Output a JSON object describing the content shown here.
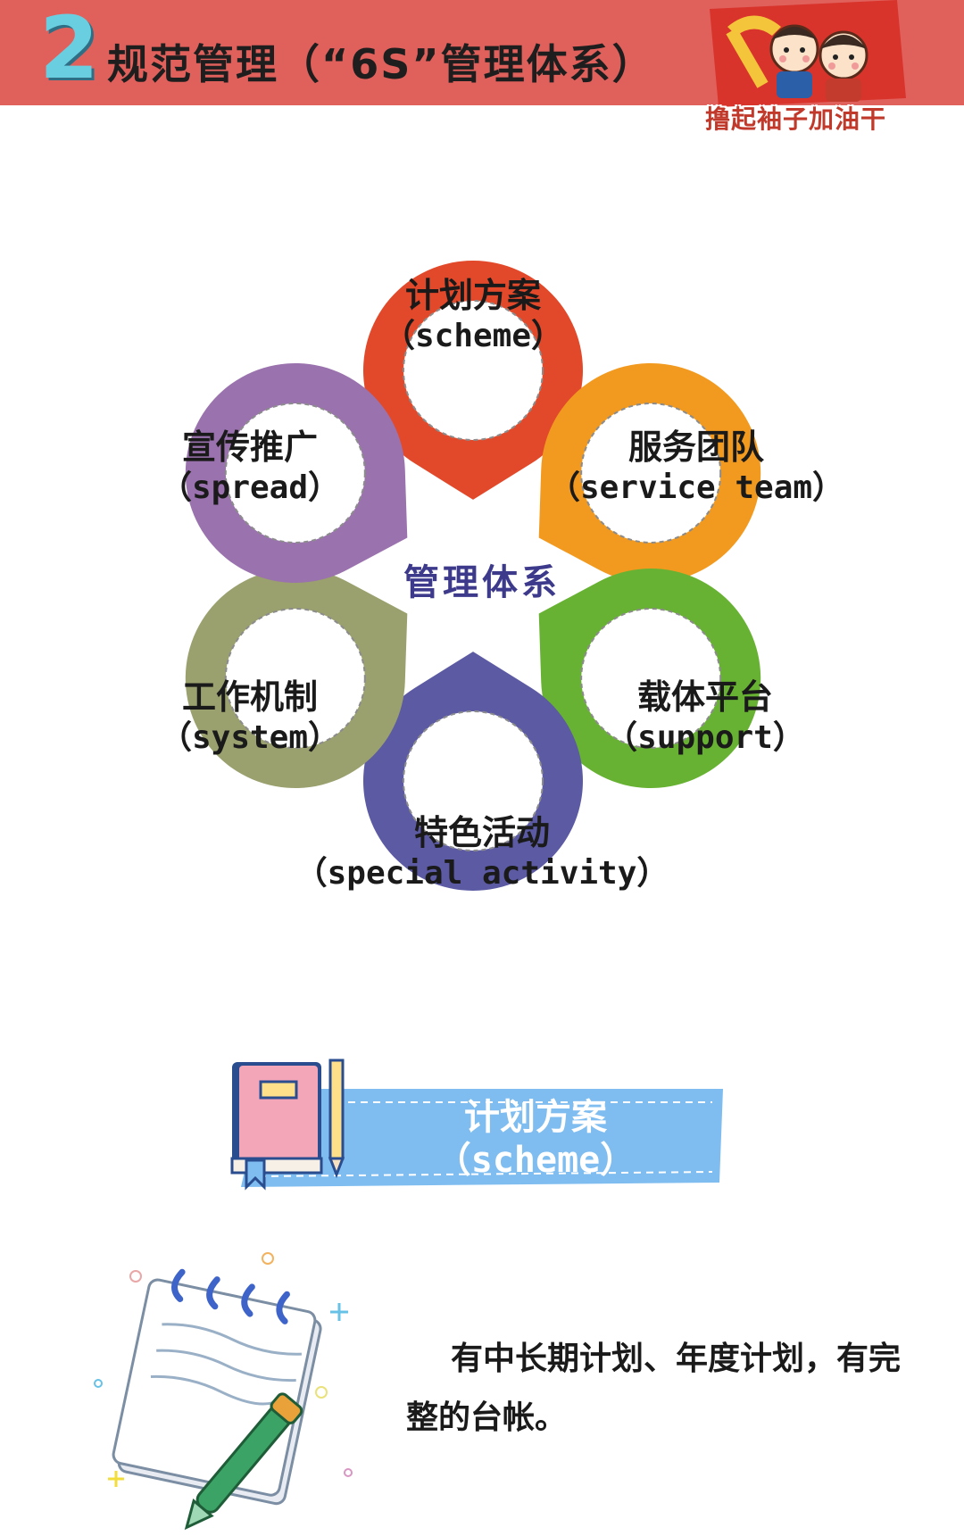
{
  "header": {
    "number": "2",
    "title": "规范管理（“6S”管理体系）",
    "badge_text": "撸起袖子加油干"
  },
  "diagram": {
    "center": "管理体系",
    "petals": [
      {
        "zh": "计划方案",
        "en": "（scheme）",
        "color": "#e2492a"
      },
      {
        "zh": "服务团队",
        "en": "（service team）",
        "color": "#f29a1f"
      },
      {
        "zh": "载体平台",
        "en": "（support）",
        "color": "#68b233"
      },
      {
        "zh": "特色活动",
        "en": "（special activity）",
        "color": "#5b5aa3"
      },
      {
        "zh": "工作机制",
        "en": "（system）",
        "color": "#9aa06e"
      },
      {
        "zh": "宣传推广",
        "en": "（spread）",
        "color": "#9a72ad"
      }
    ]
  },
  "section": {
    "zh": "计划方案",
    "en": "（scheme）"
  },
  "body": {
    "text": "有中长期计划、年度计划，有完整的台帐。"
  }
}
